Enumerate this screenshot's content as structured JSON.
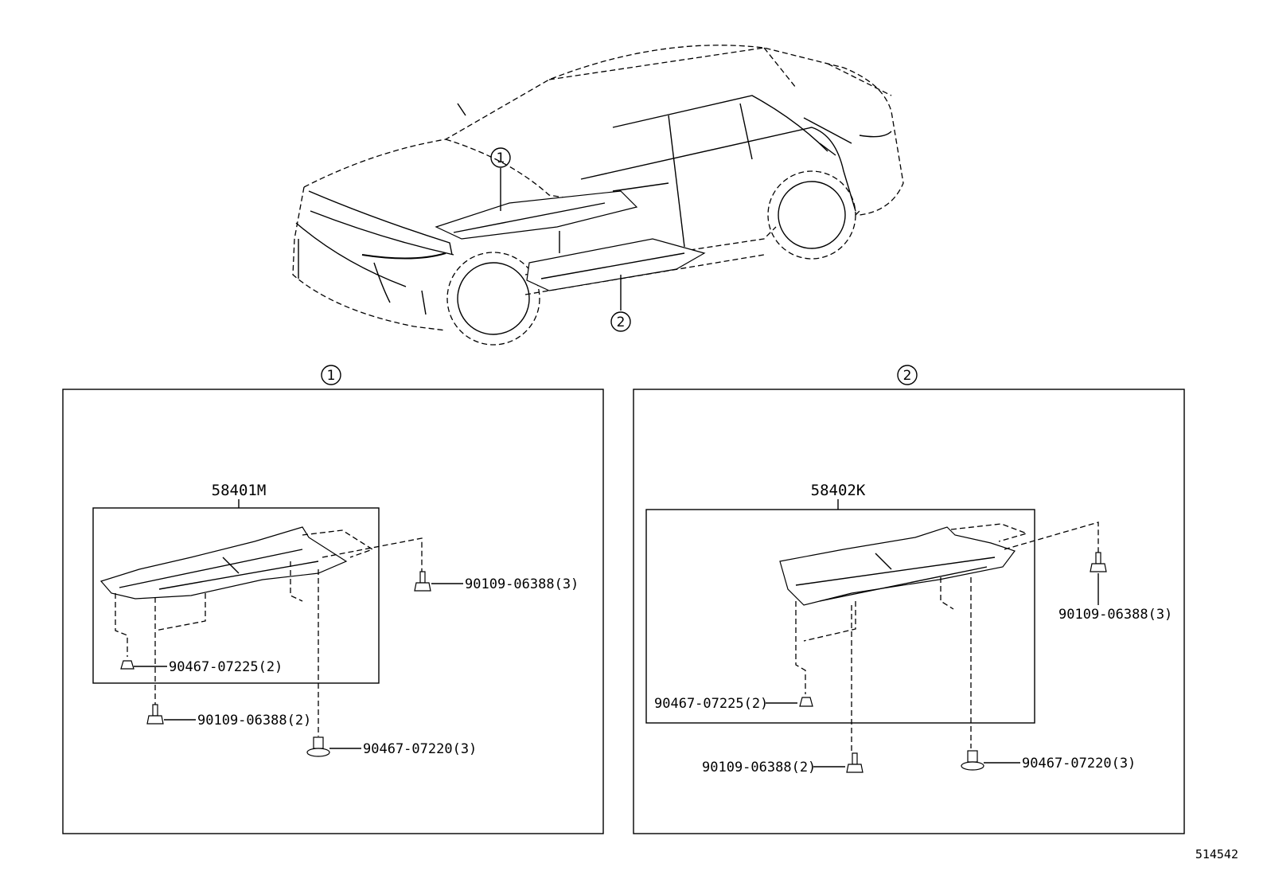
{
  "overview": {
    "callout_1": "1",
    "callout_2": "2"
  },
  "panel_1": {
    "header": "1",
    "assembly": "58401M",
    "parts": [
      "90109-06388(3)",
      "90467-07225(2)",
      "90109-06388(2)",
      "90467-07220(3)"
    ]
  },
  "panel_2": {
    "header": "2",
    "assembly": "58402K",
    "parts": [
      "90109-06388(3)",
      "90467-07225(2)",
      "90109-06388(2)",
      "90467-07220(3)"
    ]
  },
  "footer": {
    "illustration_number": "514542"
  }
}
